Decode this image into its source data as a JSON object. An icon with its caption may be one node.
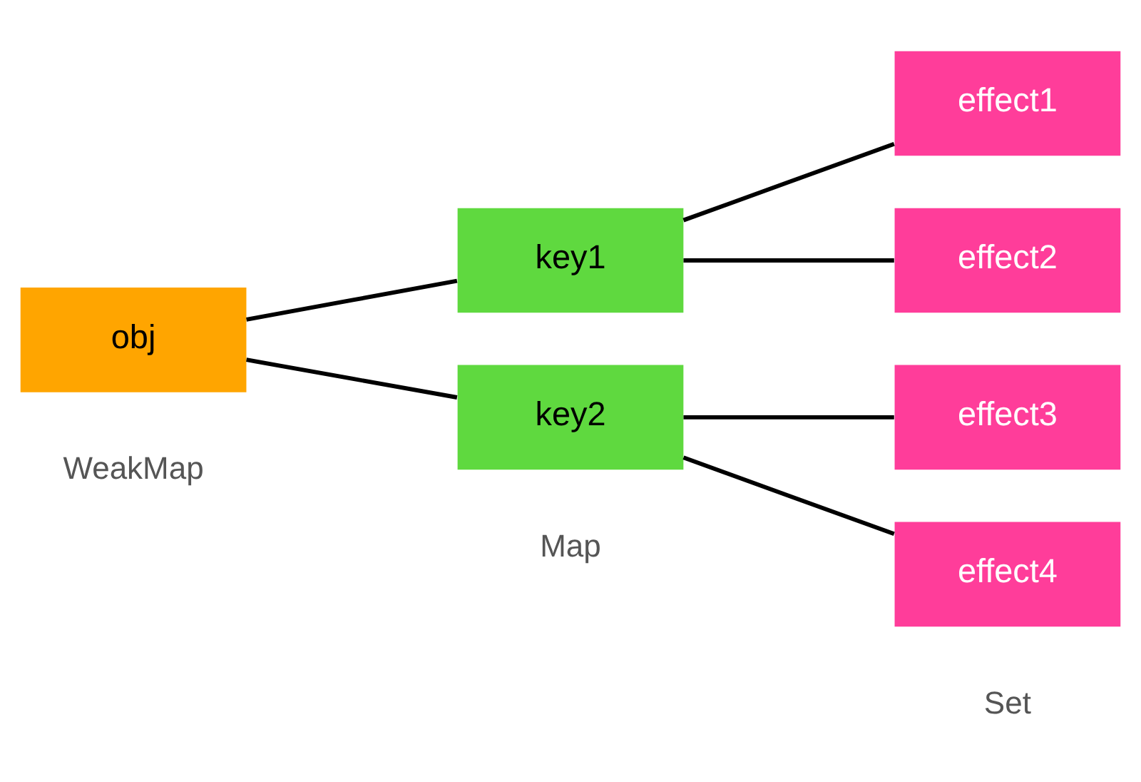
{
  "diagram": {
    "nodes": [
      {
        "text": [
          "obj"
        ]
      },
      {
        "text": [
          "key1"
        ]
      },
      {
        "text": [
          "key2"
        ]
      },
      {
        "text": [
          "effect1"
        ]
      },
      {
        "text": [
          "effect2"
        ]
      },
      {
        "text": [
          "effect3"
        ]
      },
      {
        "text": [
          "effect4"
        ]
      }
    ],
    "edges": [
      {
        "from": 0,
        "to": 1,
        "arrow": "none"
      },
      {
        "from": 0,
        "to": 2,
        "arrow": "none"
      },
      {
        "from": 1,
        "to": 3,
        "arrow": "none"
      },
      {
        "from": 1,
        "to": 4,
        "arrow": "none"
      },
      {
        "from": 2,
        "to": 5,
        "arrow": "none"
      },
      {
        "from": 2,
        "to": 6,
        "arrow": "none"
      }
    ],
    "labels": [
      "WeakMap",
      "Map",
      "Set"
    ]
  }
}
